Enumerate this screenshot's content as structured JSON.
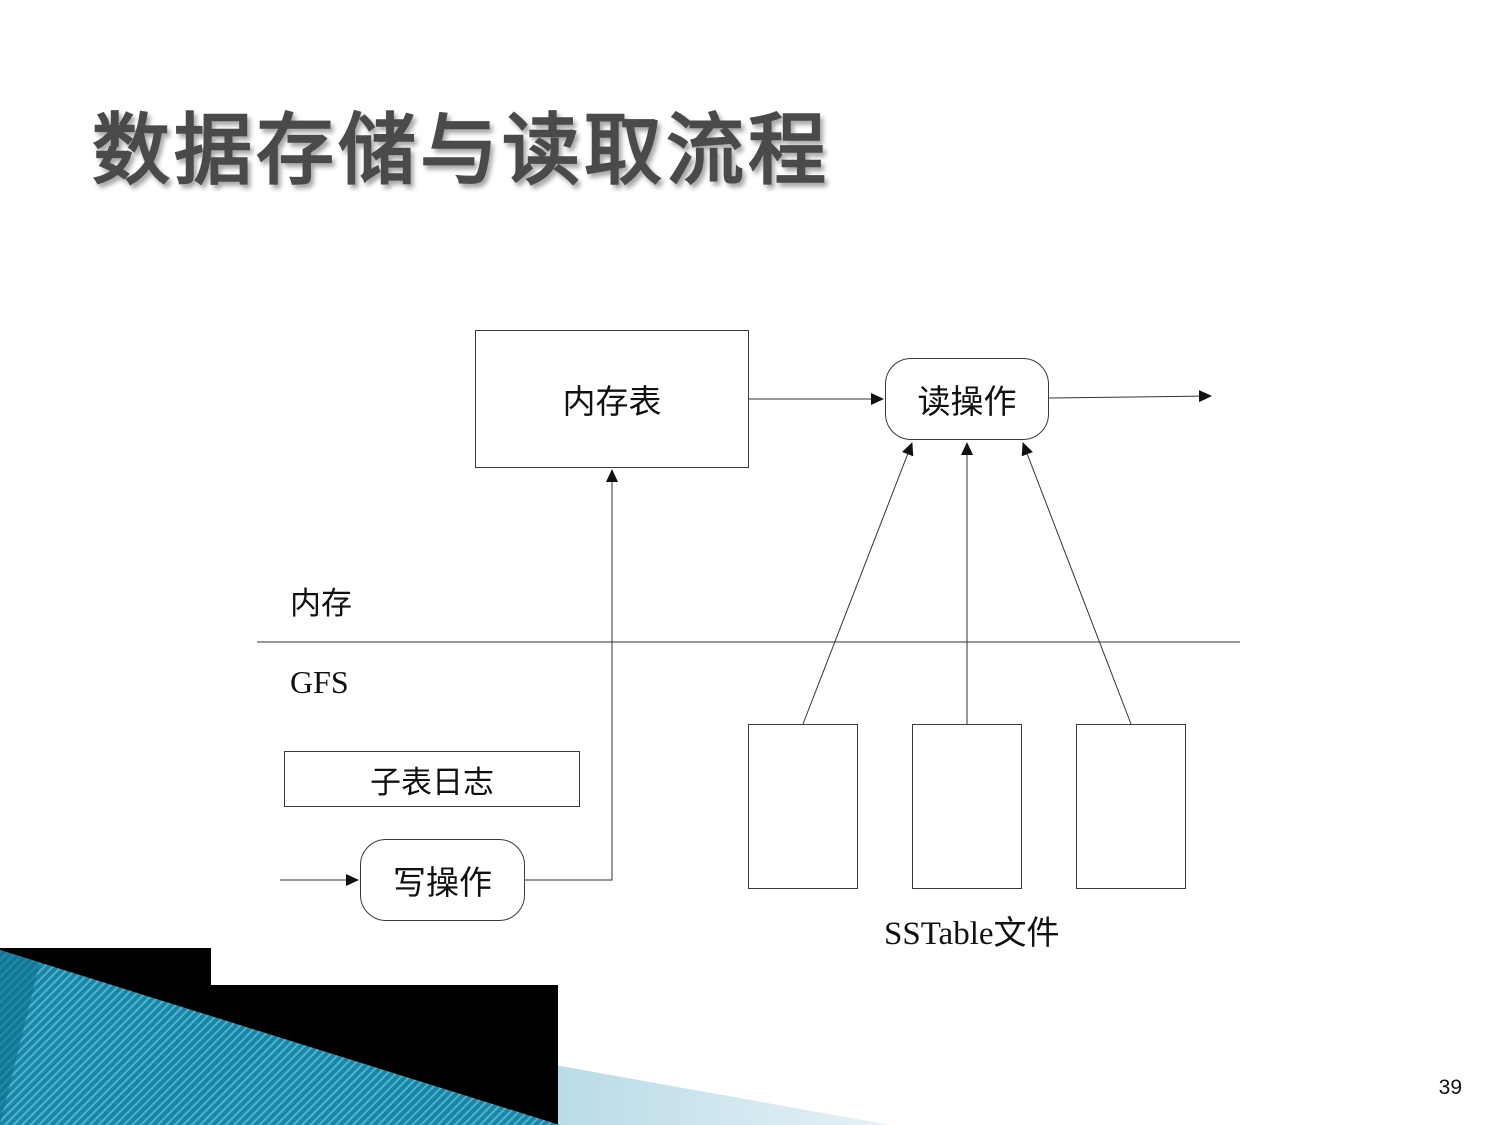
{
  "slide": {
    "title": "数据存储与读取流程",
    "page_number": "39"
  },
  "diagram": {
    "memtable_label": "内存表",
    "read_op_label": "读操作",
    "write_op_label": "写操作",
    "tablet_log_label": "子表日志",
    "memory_region_label": "内存",
    "gfs_region_label": "GFS",
    "sstable_label": "SSTable文件"
  },
  "colors": {
    "title": "#4a4a4a",
    "decor_dark": "#0b6f8c",
    "decor_light": "#c9e3ee"
  }
}
